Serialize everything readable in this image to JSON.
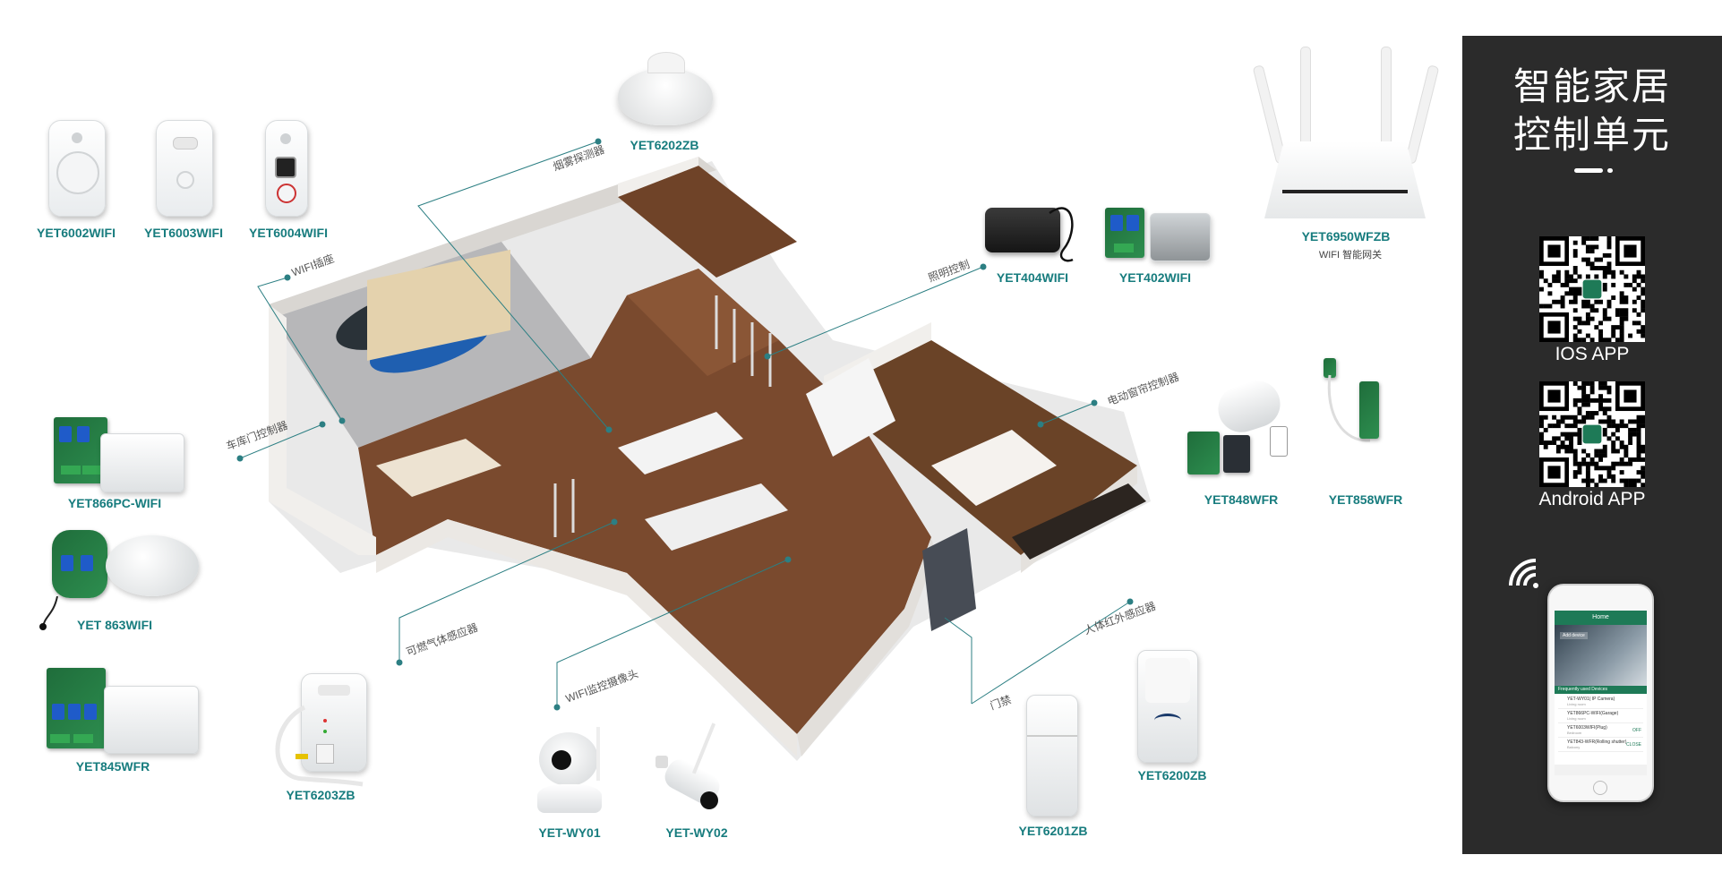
{
  "panel": {
    "title_line1": "智能家居",
    "title_line2": "控制单元",
    "ios_label": "IOS APP",
    "android_label": "Android APP"
  },
  "phone": {
    "header": "Home",
    "add_device": "Add device",
    "section": "Frequently used Devices",
    "rows": [
      {
        "name": "YET-WY01( IP Camera)",
        "sub": "Living room",
        "status": ""
      },
      {
        "name": "YET866PC-WIFI(Garage)",
        "sub": "Living room",
        "status": ""
      },
      {
        "name": "YET6003WIFI(Plug)",
        "sub": "Bedroom",
        "status": "OFF"
      },
      {
        "name": "YET843-WFR(Rolling shutter)",
        "sub": "Balcony",
        "status": "CLOSE"
      }
    ]
  },
  "products": {
    "yet6002wifi": "YET6002WIFI",
    "yet6003wifi": "YET6003WIFI",
    "yet6004wifi": "YET6004WIFI",
    "yet6202zb": "YET6202ZB",
    "yet6950wfzb": "YET6950WFZB",
    "yet6950wfzb_sub": "WIFI 智能网关",
    "yet404wifi": "YET404WIFI",
    "yet402wifi": "YET402WIFI",
    "yet866pc": "YET866PC-WIFI",
    "yet863wifi": "YET 863WIFI",
    "yet845wfr": "YET845WFR",
    "yet6203zb": "YET6203ZB",
    "yetwy01": "YET-WY01",
    "yetwy02": "YET-WY02",
    "yet6201zb": "YET6201ZB",
    "yet6200zb": "YET6200ZB",
    "yet848wfr": "YET848WFR",
    "yet858wfr": "YET858WFR"
  },
  "categories": {
    "smoke": "烟雾探测器",
    "wifi_socket": "WIFI插座",
    "garage": "车库门控制器",
    "lighting": "照明控制",
    "curtain": "电动窗帘控制器",
    "gas": "可燃气体感应器",
    "camera": "WIFI监控摄像头",
    "door": "门禁",
    "pir": "人体红外感应器"
  },
  "colors": {
    "label": "#177c7e",
    "line": "#2c7f83",
    "panel_bg": "#2b2b2b",
    "floor": "#7a4a2e",
    "wall": "#f1efec"
  }
}
